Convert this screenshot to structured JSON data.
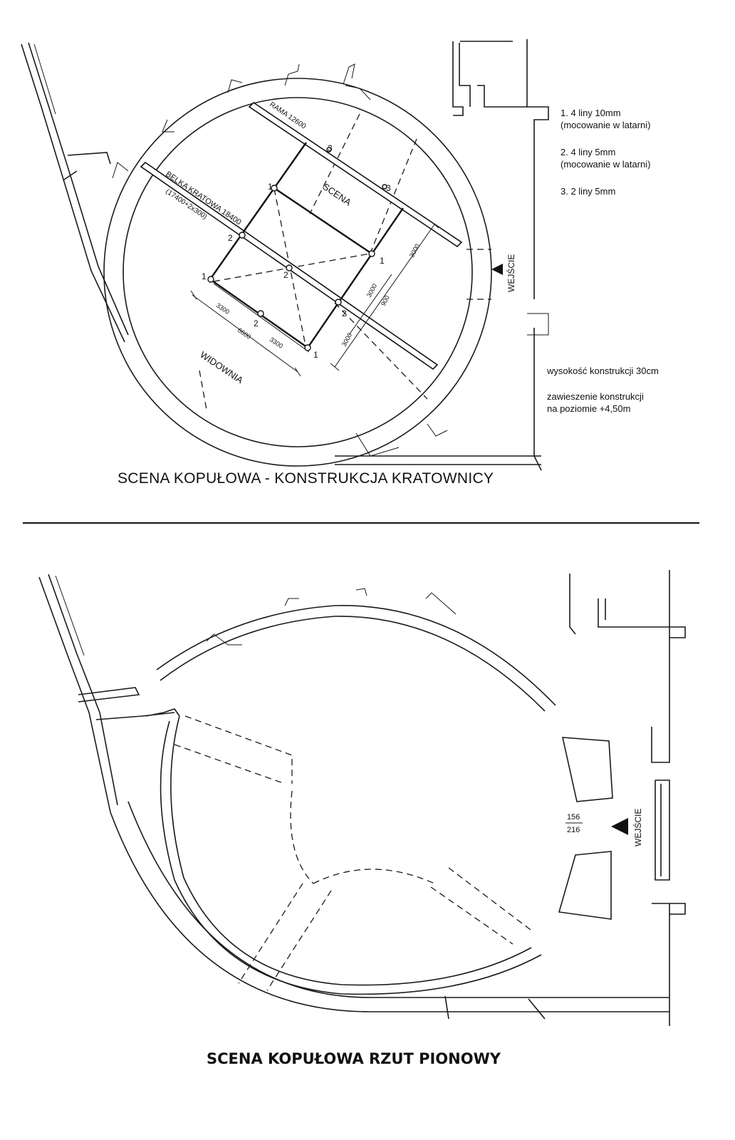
{
  "top_plan": {
    "title": "SCENA KOPUŁOWA - KONSTRUKCJA KRATOWNICY",
    "legend": [
      {
        "line1": "1. 4 liny 10mm",
        "line2": "(mocowanie w latarni)"
      },
      {
        "line1": "2. 4 liny 5mm",
        "line2": "(mocowanie w latarni)"
      },
      {
        "line1": "3. 2 liny 5mm",
        "line2": ""
      }
    ],
    "notes": {
      "height": "wysokość konstrukcji 30cm",
      "suspension_line1": "zawieszenie konstrukcji",
      "suspension_line2": "na poziomie +4,50m"
    },
    "labels": {
      "rama": "RAMA 12600",
      "belka": "BELKA KRATOWA 18400",
      "belka_detail": "(17400+2x300)",
      "scena": "SCENA",
      "widownia": "WIDOWNIA",
      "entrance": "WEJŚCIE"
    },
    "dimensions": {
      "d3300a": "3300",
      "d6600": "6600",
      "d3300b": "3300",
      "d3000a": "3000",
      "d3000b": "3000",
      "d900": "900",
      "d3000c": "3000"
    },
    "node_numbers": {
      "n1": "1",
      "n2": "2",
      "n3": "3"
    }
  },
  "bottom_plan": {
    "title": "SCENA KOPUŁOWA RZUT PIONOWY",
    "entrance": "WEJŚCIE",
    "door_numerator": "156",
    "door_denominator": "216"
  }
}
